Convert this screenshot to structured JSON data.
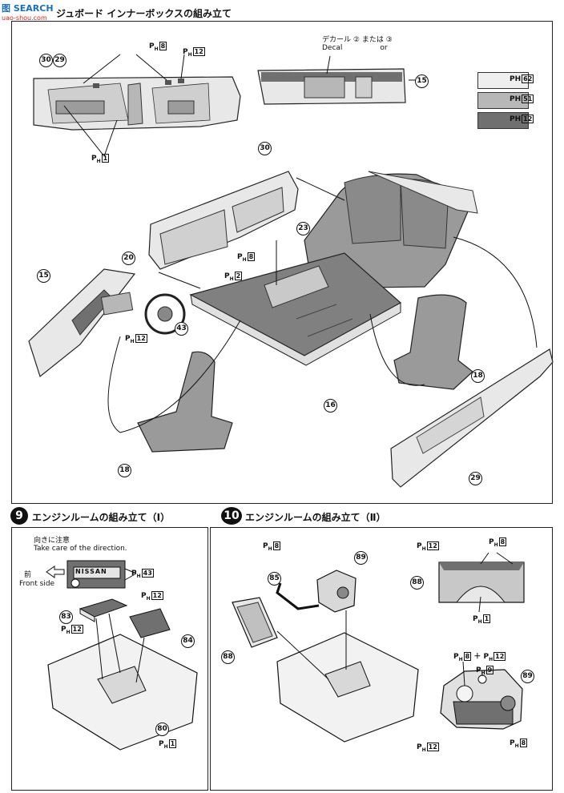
{
  "watermark": {
    "text": "图 SEARCH",
    "url": "uao-shou.com"
  },
  "colors": {
    "light": "#efefef",
    "mid": "#b7b7b7",
    "dark": "#707070"
  },
  "step_interior": {
    "title": "ジュボード インナーボックスの組み立て",
    "decal_note": {
      "jp": "デカール",
      "or_jp": "または",
      "en": "Decal",
      "or_en": "or",
      "opt1": "②",
      "opt2": "③"
    },
    "legend": [
      {
        "label": "PH",
        "code": "62",
        "color": "light"
      },
      {
        "label": "PH",
        "code": "51",
        "color": "mid"
      },
      {
        "label": "PH",
        "code": "12",
        "color": "dark"
      }
    ],
    "parts": [
      "30",
      "29",
      "15",
      "30",
      "23",
      "20",
      "15",
      "43",
      "16",
      "18",
      "18",
      "29"
    ],
    "ph_refs": [
      "8",
      "12",
      "1",
      "8",
      "2",
      "12"
    ]
  },
  "step9": {
    "number": "9",
    "title": "エンジンルームの組み立て（Ⅰ）",
    "note_jp": "向きに注意",
    "note_en": "Take care of the direction.",
    "front_jp": "前",
    "front_en": "Front side",
    "label_nissan": "NISSAN",
    "parts": [
      "83",
      "84",
      "80"
    ],
    "ph_refs": [
      "43",
      "12",
      "12",
      "1"
    ]
  },
  "step10": {
    "number": "10",
    "title": "エンジンルームの組み立て（Ⅱ）",
    "parts": [
      "85",
      "89",
      "88",
      "88",
      "89"
    ],
    "ph_refs": [
      "8",
      "12",
      "8",
      "1",
      "8",
      "12",
      "9",
      "12",
      "8"
    ]
  }
}
